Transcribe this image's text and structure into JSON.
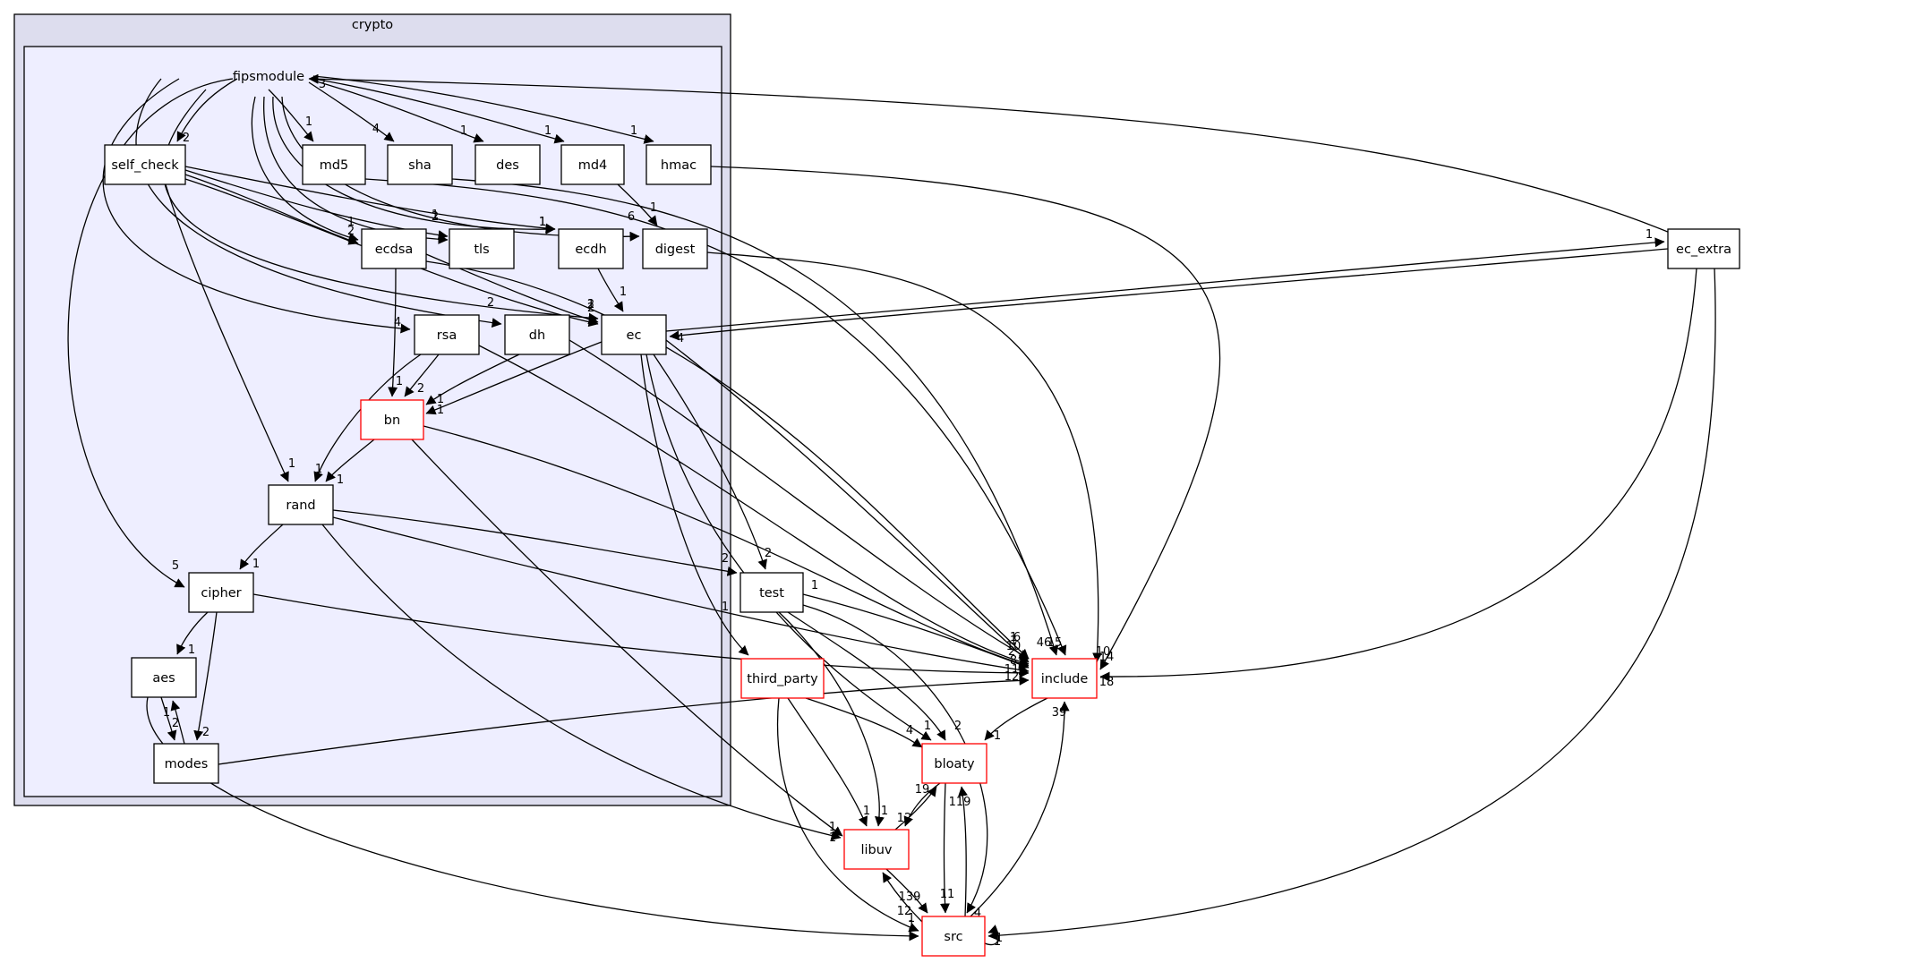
{
  "clusters": {
    "outer": "crypto",
    "inner": "fipsmodule"
  },
  "nodes": {
    "self_check": "self_check",
    "md5": "md5",
    "sha": "sha",
    "des": "des",
    "md4": "md4",
    "hmac": "hmac",
    "ecdsa": "ecdsa",
    "tls": "tls",
    "ecdh": "ecdh",
    "digest": "digest",
    "rsa": "rsa",
    "dh": "dh",
    "ec": "ec",
    "bn": "bn",
    "rand": "rand",
    "cipher": "cipher",
    "aes": "aes",
    "modes": "modes",
    "test": "test",
    "third_party": "third_party",
    "include": "include",
    "ec_extra": "ec_extra",
    "bloaty": "bloaty",
    "libuv": "libuv",
    "src": "src"
  },
  "colors": {
    "outer_fill": "#ddddee",
    "inner_fill": "#eeeeff",
    "cluster_stroke": "#000000",
    "node_fill": "#ffffff",
    "node_stroke": "#000000",
    "red_stroke": "#ff0000"
  },
  "edges": [
    {
      "id": "fm-selfcheck",
      "label": "2"
    },
    {
      "id": "fm-md5",
      "label": "1"
    },
    {
      "id": "fm-sha",
      "label": "4"
    },
    {
      "id": "fm-des",
      "label": "1"
    },
    {
      "id": "fm-md4",
      "label": "1"
    },
    {
      "id": "fm-hmac",
      "label": "1"
    },
    {
      "id": "fm-ecdsa",
      "label": "2"
    },
    {
      "id": "fm-tls",
      "label": "2"
    },
    {
      "id": "fm-ecdh",
      "label": "1"
    },
    {
      "id": "fm-digest",
      "label": "6"
    },
    {
      "id": "fm-rsa",
      "label": "4"
    },
    {
      "id": "fm-dh",
      "label": "2"
    },
    {
      "id": "fm-ec",
      "label": "2"
    },
    {
      "id": "fm-cipher",
      "label": "5"
    },
    {
      "id": "ecextra-fm",
      "label": "3"
    },
    {
      "id": "sc-rand",
      "label": "1"
    },
    {
      "id": "sc-ecdsa",
      "label": "1"
    },
    {
      "id": "sc-tls",
      "label": "1"
    },
    {
      "id": "sc-ecdh",
      "label": "1"
    },
    {
      "id": "sc-ec",
      "label": "1"
    },
    {
      "id": "md4-digest",
      "label": "1"
    },
    {
      "id": "ecdh-ec",
      "label": "1"
    },
    {
      "id": "ecdsa-bn",
      "label": "1"
    },
    {
      "id": "ecdsa-ec",
      "label": "2"
    },
    {
      "id": "rsa-bn",
      "label": "2"
    },
    {
      "id": "rsa-rand",
      "label": "1"
    },
    {
      "id": "dh-bn",
      "label": "1"
    },
    {
      "id": "ec-bn",
      "label": "1"
    },
    {
      "id": "ec-ecextra",
      "label": "1"
    },
    {
      "id": "ecextra-ec",
      "label": "4"
    },
    {
      "id": "bn-rand",
      "label": "1"
    },
    {
      "id": "rand-cipher",
      "label": "1"
    },
    {
      "id": "cipher-aes",
      "label": "1"
    },
    {
      "id": "cipher-modes",
      "label": "2"
    },
    {
      "id": "aes-modes",
      "label": "2"
    },
    {
      "id": "modes-aes",
      "label": "1"
    },
    {
      "id": "aes-src",
      "label": "1"
    },
    {
      "id": "rand-test",
      "label": "2"
    },
    {
      "id": "ec-test",
      "label": "2"
    },
    {
      "id": "test-include",
      "label": "1"
    },
    {
      "id": "test-bloaty",
      "label": "2"
    },
    {
      "id": "test-libuv",
      "label": "1"
    },
    {
      "id": "test-src",
      "label": "4"
    },
    {
      "id": "tp-bloaty",
      "label": "4"
    },
    {
      "id": "tp-libuv",
      "label": "1"
    },
    {
      "id": "tp-src",
      "label": "1"
    },
    {
      "id": "ec-tp",
      "label": "1"
    },
    {
      "id": "include-bloaty",
      "label": "1"
    },
    {
      "id": "src-include",
      "label": "39"
    },
    {
      "id": "bloaty-libuv",
      "label": "12"
    },
    {
      "id": "libuv-bloaty",
      "label": "19"
    },
    {
      "id": "bloaty-src",
      "label": "11"
    },
    {
      "id": "src-bloaty",
      "label": "119"
    },
    {
      "id": "libuv-src",
      "label": "12"
    },
    {
      "id": "src-libuv",
      "label": "139"
    },
    {
      "id": "ec-bloaty",
      "label": "1"
    },
    {
      "id": "rand-libuv",
      "label": "1"
    },
    {
      "id": "bn-libuv",
      "label": "1"
    },
    {
      "id": "md5-include",
      "label": "46"
    },
    {
      "id": "sha-include",
      "label": "15"
    },
    {
      "id": "digest-include",
      "label": "10"
    },
    {
      "id": "hmac-include",
      "label": "14"
    },
    {
      "id": "ecextra-include",
      "label": "18"
    },
    {
      "id": "ecextra-src",
      "label": "1"
    },
    {
      "id": "bn-include",
      "label": "2"
    },
    {
      "id": "ec-include",
      "label": "10"
    },
    {
      "id": "rand-include",
      "label": "8"
    },
    {
      "id": "dh-include",
      "label": "1"
    },
    {
      "id": "cipher-include",
      "label": "11"
    },
    {
      "id": "modes-include",
      "label": "12"
    },
    {
      "id": "rsa-include",
      "label": "1"
    },
    {
      "id": "ecdsa-include",
      "label": "6"
    },
    {
      "id": "src-src",
      "label": "1"
    }
  ]
}
